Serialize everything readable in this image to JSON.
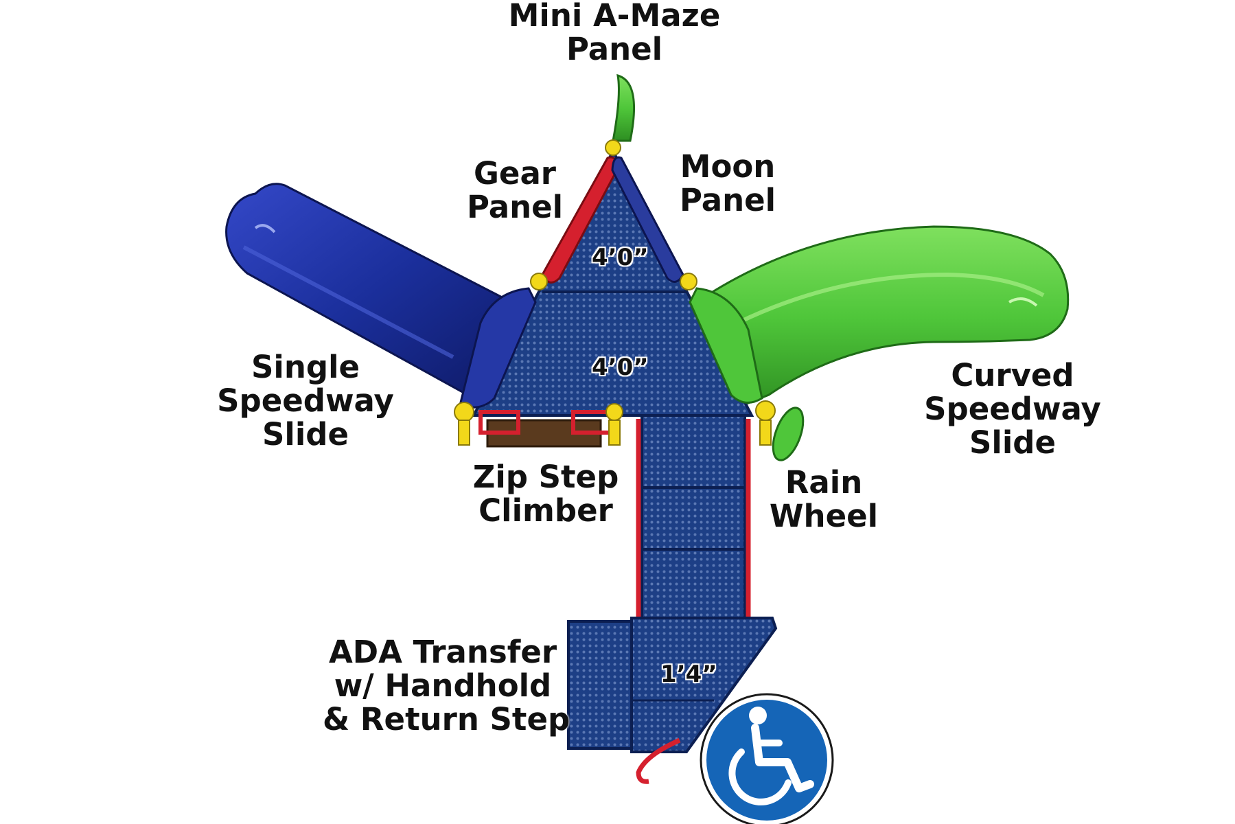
{
  "labels": {
    "mini_a_maze": [
      "Mini A-Maze",
      "Panel"
    ],
    "gear_panel": [
      "Gear",
      "Panel"
    ],
    "moon_panel": [
      "Moon",
      "Panel"
    ],
    "single_speedway": [
      "Single",
      "Speedway",
      "Slide"
    ],
    "curved_speedway": [
      "Curved",
      "Speedway",
      "Slide"
    ],
    "zip_step": [
      "Zip Step",
      "Climber"
    ],
    "rain_wheel": [
      "Rain",
      "Wheel"
    ],
    "ada_transfer": [
      "ADA Transfer",
      "w/ Handhold",
      "& Return Step"
    ]
  },
  "dimensions": {
    "upper_deck": "4’0”",
    "main_deck": "4’0”",
    "transfer_deck": "1’4”"
  },
  "colors": {
    "deck_blue": "#1d3f86",
    "slide_blue": "#1b2f9c",
    "slide_green": "#4fc63a",
    "panel_red": "#d5202e",
    "post_yellow": "#f2d81a",
    "accessibility_blue": "#1565b7"
  },
  "icons": {
    "accessibility": "wheelchair-accessibility-icon"
  }
}
